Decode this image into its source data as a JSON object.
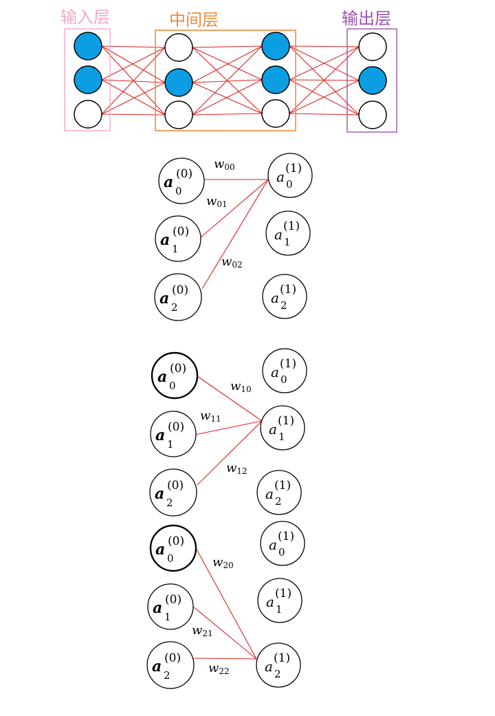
{
  "layers": {
    "input_label": "输入层",
    "hidden_label": "中间层",
    "output_label": "输出层",
    "input_color": "#f4a6c8",
    "hidden_color": "#ee8a3a",
    "output_color": "#9b4fb0"
  },
  "network": {
    "input": [
      "blue",
      "blue",
      "white"
    ],
    "hidden1": [
      "white",
      "blue",
      "white"
    ],
    "hidden2": [
      "blue",
      "blue",
      "white"
    ],
    "output": [
      "white",
      "blue",
      "white"
    ]
  },
  "nodes": {
    "letter": "a",
    "layer0_sup": "(0)",
    "layer1_sup": "(1)",
    "sub0": "0",
    "sub1": "1",
    "sub2": "2"
  },
  "weights": {
    "w": "w",
    "w00": "00",
    "w01": "01",
    "w02": "02",
    "w10": "10",
    "w11": "11",
    "w12": "12",
    "w20": "20",
    "w21": "21",
    "w22": "22"
  },
  "colors": {
    "edge": "#e02020",
    "active_node": "#0b9ee3"
  }
}
